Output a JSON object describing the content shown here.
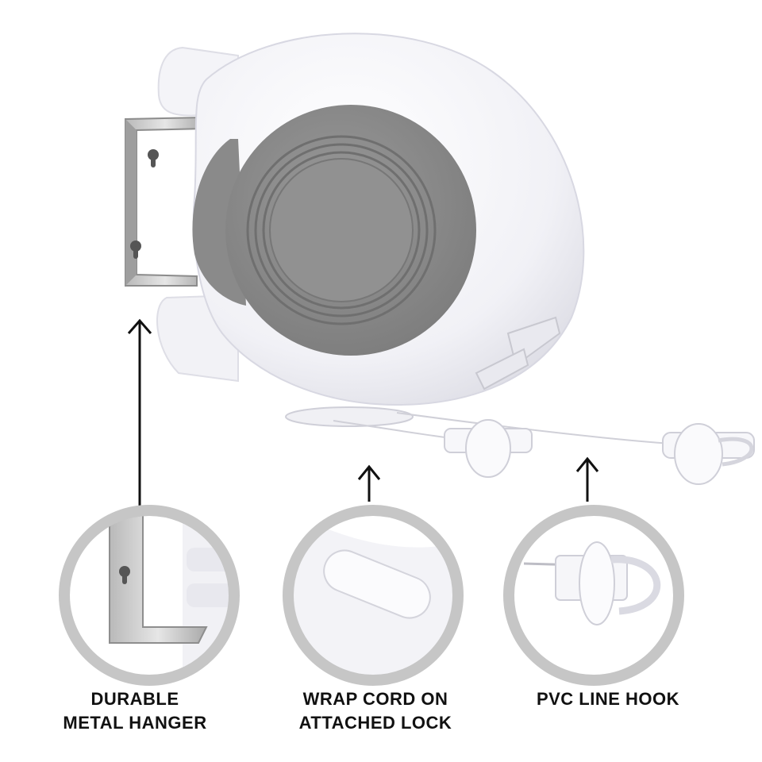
{
  "colors": {
    "background": "#ffffff",
    "housing_white": "#f3f3f7",
    "dial_grey": "#8b8b8b",
    "dial_inner": "#929292",
    "ring_grey": "#c6c6c6",
    "metal": "#c9c9c9",
    "text": "#111111"
  },
  "callouts": [
    {
      "id": "hanger",
      "lines": [
        "DURABLE",
        "METAL HANGER"
      ],
      "icon": "metal-bracket-icon"
    },
    {
      "id": "lock",
      "lines": [
        "WRAP CORD ON",
        "ATTACHED LOCK"
      ],
      "icon": "cord-lock-icon"
    },
    {
      "id": "hook",
      "lines": [
        "PVC LINE HOOK"
      ],
      "icon": "line-hook-icon"
    }
  ],
  "icons": {
    "arrow": "up-arrow-icon",
    "product": "retractable-clothesline-reel"
  }
}
